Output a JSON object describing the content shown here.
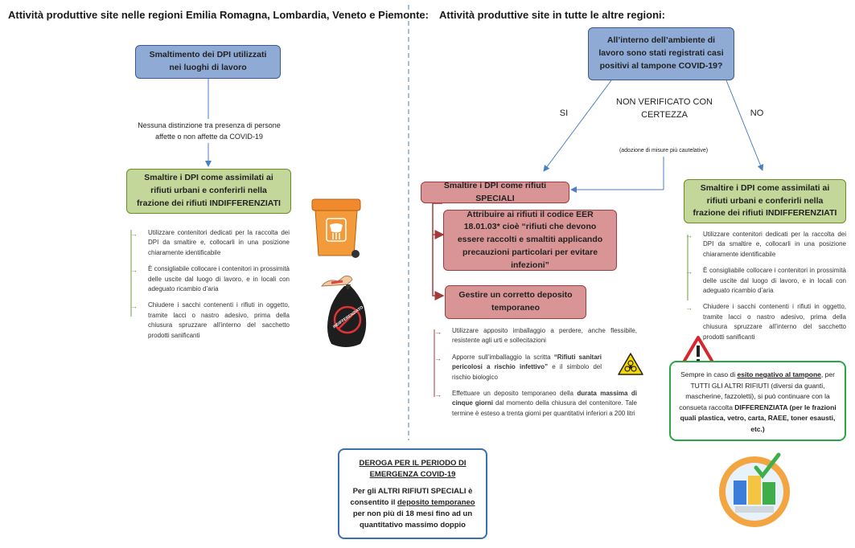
{
  "left": {
    "heading": "Attività produttive site nelle regioni Emilia Romagna, Lombardia, Veneto e Piemonte:",
    "box1": "Smaltimento dei DPI utilizzati nei luoghi di lavoro",
    "note": "Nessuna distinzione tra presenza di persone affette o non affette da COVID-19",
    "box2": "Smaltire i DPI come assimilati ai rifiuti urbani e conferirli nella frazione dei rifiuti INDIFFERENZIATI",
    "bullets": [
      "Utilizzare contenitori dedicati per la raccolta dei DPI da smaltire e, collocarli in una posizione chiaramente identificabile",
      "È consigliabile collocare i contenitori in prossimità delle uscite dal luogo di lavoro, e in locali con adeguato ricambio d’aria",
      "Chiudere i sacchi contenenti i rifiuti in oggetto, tramite lacci o nastro adesivo, prima della chiusura spruzzare all’interno del sacchetto prodotti sanificanti"
    ],
    "bag_label": "INDIFFERENZIATO"
  },
  "right": {
    "heading": "Attività produttive site in tutte le altre regioni:",
    "question": "All’interno dell’ambiente di lavoro sono stati registrati casi positivi al tampone COVID-19?",
    "si": "SI",
    "non_verificato": "NON VERIFICATO CON CERTEZZA",
    "adozione": "(adozione di misure più cautelative)",
    "no": "NO",
    "speciali": "Smaltire i DPI come rifiuti SPECIALI",
    "attribuire": "Attribuire ai rifiuti il codice EER 18.01.03* cioè “rifiuti che devono essere raccolti e smaltiti applicando precauzioni particolari per evitare infezioni”",
    "gestire": "Gestire un corretto deposito temporaneo",
    "red_bullets": {
      "b1": "Utilizzare apposito imballaggio a perdere, anche flessibile, resistente agli urti e sollecitazioni",
      "b2_pre": "Apporre sull’imballaggio la scritta ",
      "b2_bold": "“Rifiuti sanitari pericolosi a rischio infettivo”",
      "b2_post": " e il simbolo del rischio biologico",
      "b3_pre": "Effettuare un deposito temporaneo della ",
      "b3_bold": "durata massima di cinque giorni",
      "b3_post": " dal momento della chiusura del contenitore. Tale termine è esteso a trenta giorni per quantitativi inferiori a 200 litri"
    },
    "indiff": "Smaltire i DPI come assimilati ai rifiuti urbani e conferirli nella frazione dei rifiuti INDIFFERENZIATI",
    "bullets": [
      "Utilizzare contenitori dedicati per la raccolta dei DPI da smaltire e, collocarli in una posizione chiaramente identificabile",
      "È consigliabile collocare i contenitori in prossimità delle uscite dal luogo di lavoro, e in locali con adeguato ricambio d’aria",
      "Chiudere i sacchi contenenti i rifiuti in oggetto, tramite lacci o nastro adesivo, prima della chiusura spruzzare all’interno del sacchetto prodotti sanificanti"
    ],
    "sempre": {
      "pre": "Sempre in caso di ",
      "u": "esito negativo al tampone",
      "mid": ", per TUTTI GLI ALTRI RIFIUTI (diversi da guanti, mascherine, fazzoletti), si può continuare con la consueta raccolta ",
      "bold": "DIFFERENZIATA (per le frazioni quali plastica, vetro, carta, RAEE, toner esausti, etc.)"
    }
  },
  "deroga": {
    "title": "DEROGA PER IL PERIODO DI EMERGENZA COVID-19",
    "pre": "Per gli ALTRI RIFIUTI SPECIALI è consentito il ",
    "u": "deposito temporaneo",
    "post": " per non più di 18 mesi fino ad un quantitativo massimo doppio"
  },
  "colors": {
    "blue_box": "#8eaad5",
    "green_box": "#c4d79b",
    "red_box": "#d99595",
    "sempre_border": "#27a844",
    "deroga_border": "#3a6fb0",
    "arrow": "#4a7fc1"
  }
}
